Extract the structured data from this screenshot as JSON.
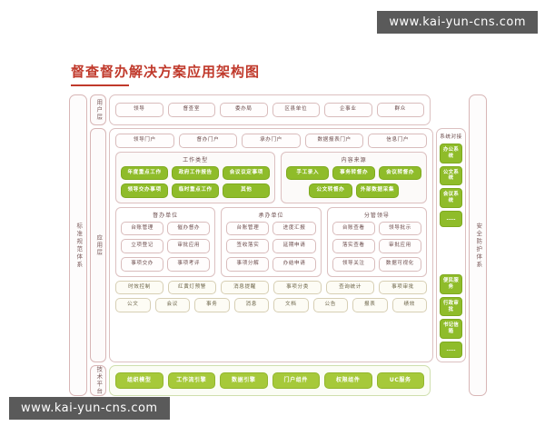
{
  "watermark": {
    "top": "www.kai-yun-cns.com",
    "bottom": "www.kai-yun-cns.com"
  },
  "title": "督查督办解决方案应用架构图",
  "side_bands": {
    "left_outer": "标准规范体系",
    "right_outer": "安全防护体系"
  },
  "layers": {
    "user": "用户层",
    "application": "应用层",
    "technology": "技术平台"
  },
  "user_layer": {
    "roles": [
      "领导",
      "督查室",
      "委办局",
      "区县单位",
      "企事业",
      "群众"
    ]
  },
  "portals": [
    "领导门户",
    "督办门户",
    "承办门户",
    "数据报表门户",
    "信息门户"
  ],
  "work_type": {
    "title": "工作类型",
    "items": [
      "年度重点工作",
      "政府工作报告",
      "会议议定事项",
      "领导交办事项",
      "临时重点工作",
      "其他"
    ]
  },
  "content_source": {
    "title": "内容来源",
    "items": [
      "手工录入",
      "事务转督办",
      "会议转督办",
      "公文转督办",
      "外部数据采集"
    ]
  },
  "role_groups": [
    {
      "title": "督办单位",
      "items": [
        "台账管理",
        "催办督办",
        "立项登记",
        "审批应用",
        "事项交办",
        "事项考评"
      ]
    },
    {
      "title": "承办单位",
      "items": [
        "台账管理",
        "进度汇报",
        "签收落实",
        "延期申请",
        "事项分解",
        "办结申请"
      ]
    },
    {
      "title": "分管领导",
      "items": [
        "台账查看",
        "领导批示",
        "落实查看",
        "审批应用",
        "领导关注",
        "数据可视化"
      ]
    }
  ],
  "capabilities": [
    "时效控制",
    "红黄灯预警",
    "消息提醒",
    "事项分类",
    "查询统计",
    "事项审批"
  ],
  "objects": [
    "公文",
    "会议",
    "事务",
    "消息",
    "文档",
    "公告",
    "报表",
    "绩效"
  ],
  "tech_platform": [
    "组织模型",
    "工作流引擎",
    "数据引擎",
    "门户组件",
    "权限组件",
    "UC服务"
  ],
  "system_docking": {
    "title": "系统对接",
    "items": [
      "办公系统",
      "公文系统",
      "会议系统",
      "……",
      "便民服务",
      "行政审批",
      "书记信箱",
      "……"
    ]
  },
  "colors": {
    "title": "#c0392b",
    "green": "#8fbc2a",
    "green_soft": "#a6c93a",
    "border_pink": "#d9bcbc",
    "border_beige": "#d7cfb4"
  }
}
